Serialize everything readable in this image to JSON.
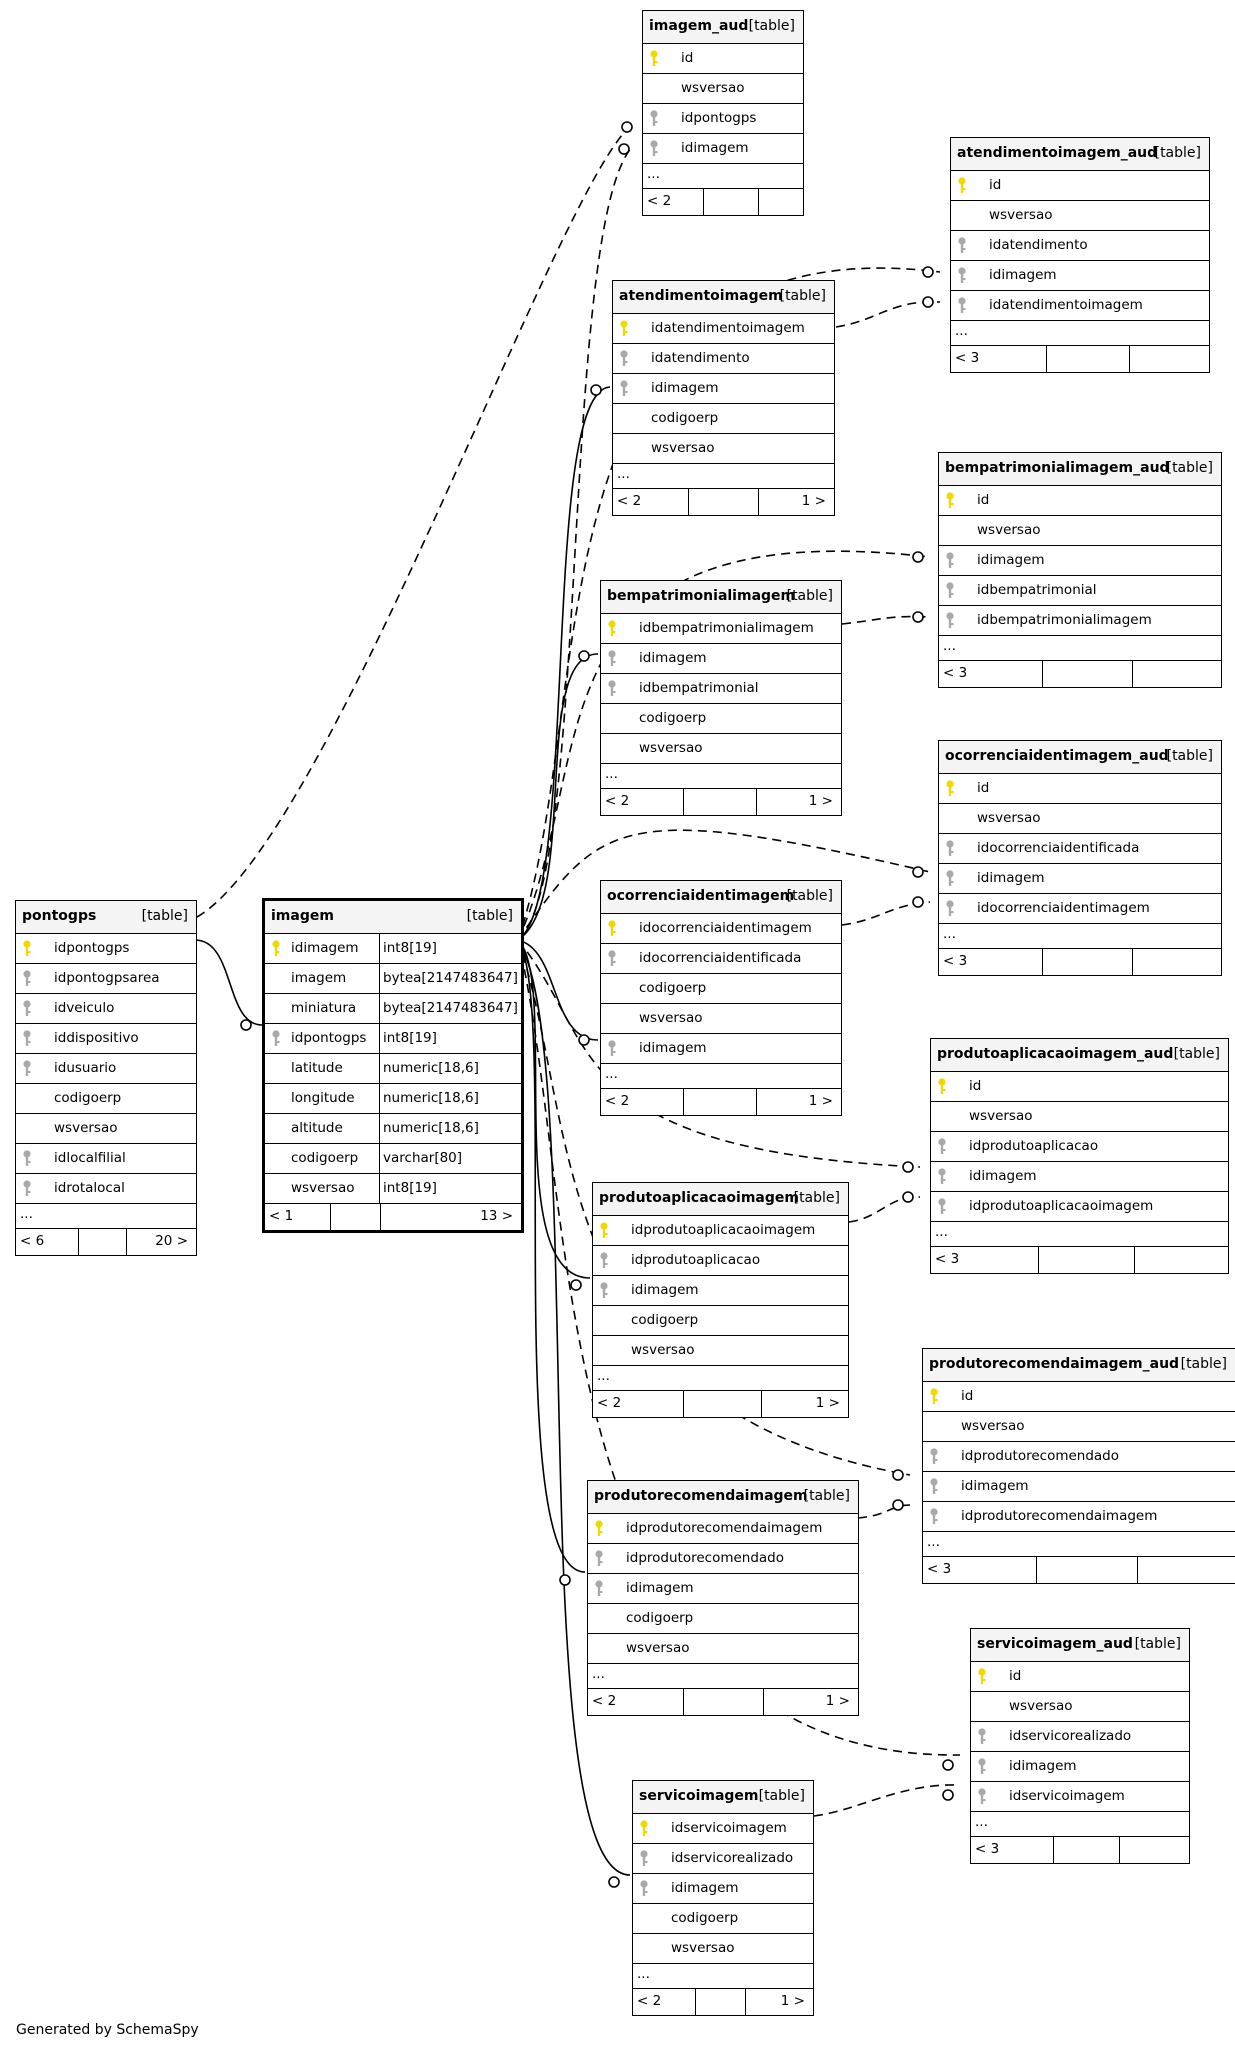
{
  "colors": {
    "pk_key": "#f0d800",
    "fk_key": "#a9a9a9",
    "header_bg": "#f4f4f4"
  },
  "tables": {
    "imagem_aud": {
      "name": "imagem_aud",
      "type": "[table]",
      "columns": [
        {
          "name": "id",
          "key": "pk"
        },
        {
          "name": "wsversao",
          "key": ""
        },
        {
          "name": "idpontogps",
          "key": "fk"
        },
        {
          "name": "idimagem",
          "key": "fk"
        }
      ],
      "more": "...",
      "foot": [
        "< 2",
        "",
        ""
      ]
    },
    "atendimentoimagem_aud": {
      "name": "atendimentoimagem_aud",
      "type": "[table]",
      "columns": [
        {
          "name": "id",
          "key": "pk"
        },
        {
          "name": "wsversao",
          "key": ""
        },
        {
          "name": "idatendimento",
          "key": "fk"
        },
        {
          "name": "idimagem",
          "key": "fk"
        },
        {
          "name": "idatendimentoimagem",
          "key": "fk"
        }
      ],
      "more": "...",
      "foot": [
        "< 3",
        "",
        ""
      ]
    },
    "atendimentoimagem": {
      "name": "atendimentoimagem",
      "type": "[table]",
      "columns": [
        {
          "name": "idatendimentoimagem",
          "key": "pk"
        },
        {
          "name": "idatendimento",
          "key": "fk"
        },
        {
          "name": "idimagem",
          "key": "fk"
        },
        {
          "name": "codigoerp",
          "key": ""
        },
        {
          "name": "wsversao",
          "key": ""
        }
      ],
      "more": "...",
      "foot": [
        "< 2",
        "",
        "1 >"
      ]
    },
    "bempatrimonialimagem_aud": {
      "name": "bempatrimonialimagem_aud",
      "type": "[table]",
      "columns": [
        {
          "name": "id",
          "key": "pk"
        },
        {
          "name": "wsversao",
          "key": ""
        },
        {
          "name": "idimagem",
          "key": "fk"
        },
        {
          "name": "idbempatrimonial",
          "key": "fk"
        },
        {
          "name": "idbempatrimonialimagem",
          "key": "fk"
        }
      ],
      "more": "...",
      "foot": [
        "< 3",
        "",
        ""
      ]
    },
    "bempatrimonialimagem": {
      "name": "bempatrimonialimagem",
      "type": "[table]",
      "columns": [
        {
          "name": "idbempatrimonialimagem",
          "key": "pk"
        },
        {
          "name": "idimagem",
          "key": "fk"
        },
        {
          "name": "idbempatrimonial",
          "key": "fk"
        },
        {
          "name": "codigoerp",
          "key": ""
        },
        {
          "name": "wsversao",
          "key": ""
        }
      ],
      "more": "...",
      "foot": [
        "< 2",
        "",
        "1 >"
      ]
    },
    "ocorrenciaidentimagem_aud": {
      "name": "ocorrenciaidentimagem_aud",
      "type": "[table]",
      "columns": [
        {
          "name": "id",
          "key": "pk"
        },
        {
          "name": "wsversao",
          "key": ""
        },
        {
          "name": "idocorrenciaidentificada",
          "key": "fk"
        },
        {
          "name": "idimagem",
          "key": "fk"
        },
        {
          "name": "idocorrenciaidentimagem",
          "key": "fk"
        }
      ],
      "more": "...",
      "foot": [
        "< 3",
        "",
        ""
      ]
    },
    "ocorrenciaidentimagem": {
      "name": "ocorrenciaidentimagem",
      "type": "[table]",
      "columns": [
        {
          "name": "idocorrenciaidentimagem",
          "key": "pk"
        },
        {
          "name": "idocorrenciaidentificada",
          "key": "fk"
        },
        {
          "name": "codigoerp",
          "key": ""
        },
        {
          "name": "wsversao",
          "key": ""
        },
        {
          "name": "idimagem",
          "key": "fk"
        }
      ],
      "more": "...",
      "foot": [
        "< 2",
        "",
        "1 >"
      ]
    },
    "pontogps": {
      "name": "pontogps",
      "type": "[table]",
      "columns": [
        {
          "name": "idpontogps",
          "key": "pk"
        },
        {
          "name": "idpontogpsarea",
          "key": "fk"
        },
        {
          "name": "idveiculo",
          "key": "fk"
        },
        {
          "name": "iddispositivo",
          "key": "fk"
        },
        {
          "name": "idusuario",
          "key": "fk"
        },
        {
          "name": "codigoerp",
          "key": ""
        },
        {
          "name": "wsversao",
          "key": ""
        },
        {
          "name": "idlocalfilial",
          "key": "fk"
        },
        {
          "name": "idrotalocal",
          "key": "fk"
        }
      ],
      "more": "...",
      "foot": [
        "< 6",
        "",
        "20 >"
      ]
    },
    "imagem": {
      "name": "imagem",
      "type": "[table]",
      "columns": [
        {
          "name": "idimagem",
          "key": "pk",
          "type": "int8[19]"
        },
        {
          "name": "imagem",
          "key": "",
          "type": "bytea[2147483647]"
        },
        {
          "name": "miniatura",
          "key": "",
          "type": "bytea[2147483647]"
        },
        {
          "name": "idpontogps",
          "key": "fk",
          "type": "int8[19]"
        },
        {
          "name": "latitude",
          "key": "",
          "type": "numeric[18,6]"
        },
        {
          "name": "longitude",
          "key": "",
          "type": "numeric[18,6]"
        },
        {
          "name": "altitude",
          "key": "",
          "type": "numeric[18,6]"
        },
        {
          "name": "codigoerp",
          "key": "",
          "type": "varchar[80]"
        },
        {
          "name": "wsversao",
          "key": "",
          "type": "int8[19]"
        }
      ],
      "foot": [
        "< 1",
        "",
        "13 >"
      ]
    },
    "produtoaplicacaoimagem_aud": {
      "name": "produtoaplicacaoimagem_aud",
      "type": "[table]",
      "columns": [
        {
          "name": "id",
          "key": "pk"
        },
        {
          "name": "wsversao",
          "key": ""
        },
        {
          "name": "idprodutoaplicacao",
          "key": "fk"
        },
        {
          "name": "idimagem",
          "key": "fk"
        },
        {
          "name": "idprodutoaplicacaoimagem",
          "key": "fk"
        }
      ],
      "more": "...",
      "foot": [
        "< 3",
        "",
        ""
      ]
    },
    "produtoaplicacaoimagem": {
      "name": "produtoaplicacaoimagem",
      "type": "[table]",
      "columns": [
        {
          "name": "idprodutoaplicacaoimagem",
          "key": "pk"
        },
        {
          "name": "idprodutoaplicacao",
          "key": "fk"
        },
        {
          "name": "idimagem",
          "key": "fk"
        },
        {
          "name": "codigoerp",
          "key": ""
        },
        {
          "name": "wsversao",
          "key": ""
        }
      ],
      "more": "...",
      "foot": [
        "< 2",
        "",
        "1 >"
      ]
    },
    "produtorecomendaimagem_aud": {
      "name": "produtorecomendaimagem_aud",
      "type": "[table]",
      "columns": [
        {
          "name": "id",
          "key": "pk"
        },
        {
          "name": "wsversao",
          "key": ""
        },
        {
          "name": "idprodutorecomendado",
          "key": "fk"
        },
        {
          "name": "idimagem",
          "key": "fk"
        },
        {
          "name": "idprodutorecomendaimagem",
          "key": "fk"
        }
      ],
      "more": "...",
      "foot": [
        "< 3",
        "",
        ""
      ]
    },
    "produtorecomendaimagem": {
      "name": "produtorecomendaimagem",
      "type": "[table]",
      "columns": [
        {
          "name": "idprodutorecomendaimagem",
          "key": "pk"
        },
        {
          "name": "idprodutorecomendado",
          "key": "fk"
        },
        {
          "name": "idimagem",
          "key": "fk"
        },
        {
          "name": "codigoerp",
          "key": ""
        },
        {
          "name": "wsversao",
          "key": ""
        }
      ],
      "more": "...",
      "foot": [
        "< 2",
        "",
        "1 >"
      ]
    },
    "servicoimagem_aud": {
      "name": "servicoimagem_aud",
      "type": "[table]",
      "columns": [
        {
          "name": "id",
          "key": "pk"
        },
        {
          "name": "wsversao",
          "key": ""
        },
        {
          "name": "idservicorealizado",
          "key": "fk"
        },
        {
          "name": "idimagem",
          "key": "fk"
        },
        {
          "name": "idservicoimagem",
          "key": "fk"
        }
      ],
      "more": "...",
      "foot": [
        "< 3",
        "",
        ""
      ]
    },
    "servicoimagem": {
      "name": "servicoimagem",
      "type": "[table]",
      "columns": [
        {
          "name": "idservicoimagem",
          "key": "pk"
        },
        {
          "name": "idservicorealizado",
          "key": "fk"
        },
        {
          "name": "idimagem",
          "key": "fk"
        },
        {
          "name": "codigoerp",
          "key": ""
        },
        {
          "name": "wsversao",
          "key": ""
        }
      ],
      "more": "...",
      "foot": [
        "< 2",
        "",
        "1 >"
      ]
    }
  },
  "footer_text": "Generated by SchemaSpy"
}
